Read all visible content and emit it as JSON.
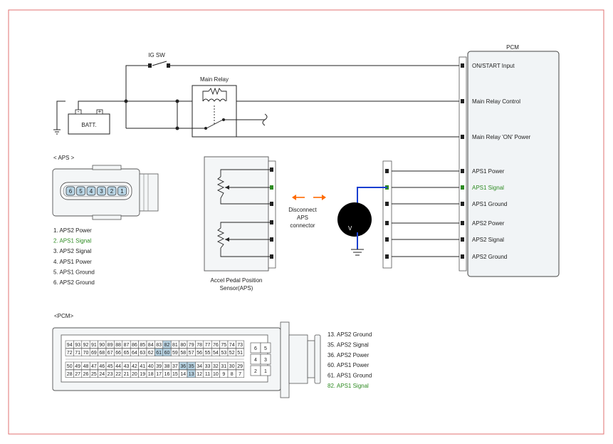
{
  "colors": {
    "border": "#e07070",
    "wire": "#222222",
    "signal_green": "#2e8b22",
    "signal_blue": "#1a3fd0",
    "arrow_orange": "#ff6a00",
    "pcm_fill": "#f1f4f6",
    "pin_highlight": "#b8d4e4"
  },
  "circuit": {
    "ig_sw": "IG SW",
    "main_relay": "Main Relay",
    "batt": "BATT.",
    "minus": "-",
    "plus": "+"
  },
  "pcm_box": {
    "title": "PCM",
    "pins": [
      {
        "label": "ON/START Input",
        "color": "normal"
      },
      {
        "label": "Main Relay Control",
        "color": "normal"
      },
      {
        "label": "Main Relay 'ON' Power",
        "color": "normal"
      },
      {
        "label": "APS1 Power",
        "color": "normal"
      },
      {
        "label": "APS1 Signal",
        "color": "green"
      },
      {
        "label": "APS1 Ground",
        "color": "normal"
      },
      {
        "label": "APS2 Power",
        "color": "normal"
      },
      {
        "label": "APS2 Signal",
        "color": "normal"
      },
      {
        "label": "APS2 Ground",
        "color": "normal"
      }
    ]
  },
  "aps_connector": {
    "title": "< APS    >",
    "pin_numbers": [
      "6",
      "5",
      "4",
      "3",
      "2",
      "1"
    ],
    "legend": [
      {
        "text": "1. APS2 Power",
        "color": "normal"
      },
      {
        "text": "2. APS1 Signal",
        "color": "green"
      },
      {
        "text": "3. APS2 Signal",
        "color": "normal"
      },
      {
        "text": "4. APS1 Power",
        "color": "normal"
      },
      {
        "text": "5. APS1 Ground",
        "color": "normal"
      },
      {
        "text": "6. APS2 Ground",
        "color": "normal"
      }
    ]
  },
  "sensor": {
    "caption_line1": "Accel Pedal Position",
    "caption_line2": "Sensor(APS)"
  },
  "disconnect": {
    "line1": "Disconnect",
    "line2": "APS",
    "line3": "connector"
  },
  "voltmeter": {
    "label": "V"
  },
  "pcm_connector": {
    "title": "<PCM>",
    "rows": [
      [
        "94",
        "93",
        "92",
        "91",
        "90",
        "89",
        "88",
        "87",
        "86",
        "85",
        "84",
        "83",
        "82",
        "81",
        "80",
        "79",
        "78",
        "77",
        "76",
        "75",
        "74",
        "73"
      ],
      [
        "72",
        "71",
        "70",
        "69",
        "68",
        "67",
        "66",
        "65",
        "64",
        "63",
        "62",
        "61",
        "60",
        "59",
        "58",
        "57",
        "56",
        "55",
        "54",
        "53",
        "52",
        "51"
      ],
      [
        "50",
        "49",
        "48",
        "47",
        "46",
        "45",
        "44",
        "43",
        "42",
        "41",
        "40",
        "39",
        "38",
        "37",
        "36",
        "35",
        "34",
        "33",
        "32",
        "31",
        "30",
        "29"
      ],
      [
        "28",
        "27",
        "26",
        "25",
        "24",
        "23",
        "22",
        "21",
        "20",
        "19",
        "18",
        "17",
        "16",
        "15",
        "14",
        "13",
        "12",
        "11",
        "10",
        "9",
        "8",
        "7"
      ]
    ],
    "highlighted": [
      "82",
      "61",
      "60",
      "36",
      "35",
      "13"
    ],
    "side_block": [
      [
        "6",
        "5"
      ],
      [
        "4",
        "3"
      ],
      [
        "2",
        "1"
      ]
    ],
    "legend": [
      {
        "text": "13. APS2 Ground",
        "color": "normal"
      },
      {
        "text": "35. APS2 Signal",
        "color": "normal"
      },
      {
        "text": "36. APS2 Power",
        "color": "normal"
      },
      {
        "text": "60. APS1 Power",
        "color": "normal"
      },
      {
        "text": "61. APS1 Ground",
        "color": "normal"
      },
      {
        "text": "82. APS1 Signal",
        "color": "green"
      }
    ]
  }
}
